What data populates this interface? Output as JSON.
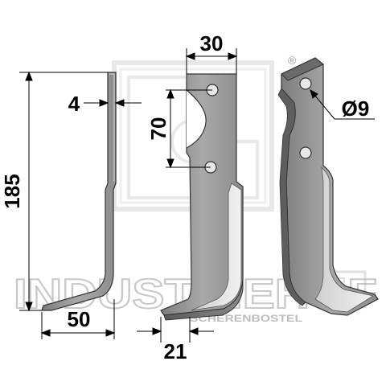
{
  "watermark": {
    "brand": "INDUSTRIEHOF",
    "location": "SCHERENBOSTEL",
    "registered_mark": "®"
  },
  "dimensions": {
    "total_height": "185",
    "thickness": "4",
    "foot_length": "50",
    "top_width": "30",
    "hole_spacing": "70",
    "bottom_width": "21",
    "hole_diameter": "Ø9"
  }
}
